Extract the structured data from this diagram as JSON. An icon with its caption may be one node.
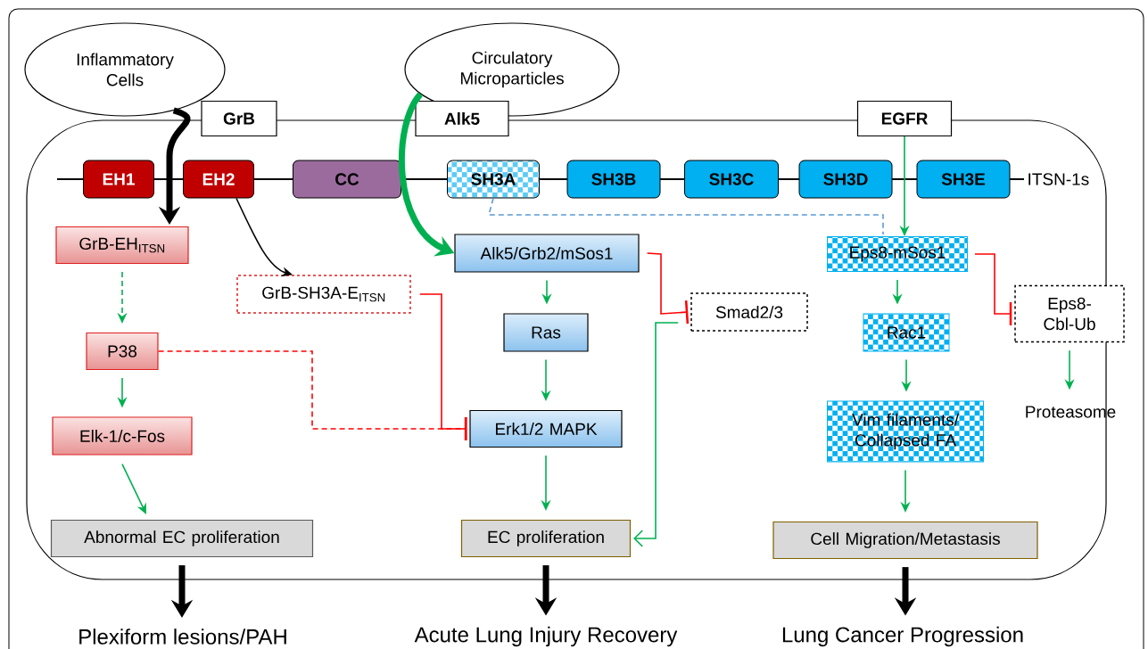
{
  "diagram": {
    "nodes": [
      {
        "text": [
          "Inflammatory Cells"
        ]
      },
      {
        "text": [
          "Circulatory Microparticles"
        ]
      },
      {
        "text": [
          "GrB"
        ]
      },
      {
        "text": [
          "Alk5"
        ]
      },
      {
        "text": [
          "EGFR"
        ]
      },
      {
        "text": [
          "EH1"
        ]
      },
      {
        "text": [
          "EH2"
        ]
      },
      {
        "text": [
          "CC"
        ]
      },
      {
        "text": [
          "SH3A"
        ]
      },
      {
        "text": [
          "SH3B"
        ]
      },
      {
        "text": [
          "SH3C"
        ]
      },
      {
        "text": [
          "SH3D"
        ]
      },
      {
        "text": [
          "SH3E"
        ]
      },
      {
        "text": [
          "GrB-EH$_{ITSN}$"
        ]
      },
      {
        "text": [
          "GrB-SH3A-E$_{ITSN}$"
        ]
      },
      {
        "text": [
          "Alk5/Grb2/mSos1"
        ]
      },
      {
        "text": [
          "P38"
        ]
      },
      {
        "text": [
          "Ras"
        ]
      },
      {
        "text": [
          "Smad2/3"
        ]
      },
      {
        "text": [
          "Elk-1/c-Fos"
        ]
      },
      {
        "text": [
          "Erk1/2 MAPK"
        ]
      },
      {
        "text": [
          "Abnormal EC proliferation"
        ]
      },
      {
        "text": [
          "EC proliferation"
        ]
      },
      {
        "text": [
          "Eps8-mSos1"
        ]
      },
      {
        "text": [
          "Eps8-Cbl-Ub"
        ]
      },
      {
        "text": [
          "Rac1"
        ]
      },
      {
        "text": [
          "Vim filaments/ Collapsed FA"
        ]
      },
      {
        "text": [
          "Proteasome"
        ]
      },
      {
        "text": [
          "Cell Migration/Metastasis"
        ]
      },
      {
        "text": [
          "Plexiform lesions/PAH"
        ]
      },
      {
        "text": [
          "Acute Lung Injury Recovery"
        ]
      },
      {
        "text": [
          "Lung Cancer Progression"
        ]
      }
    ],
    "edges": [
      {
        "from": 0,
        "to": 13,
        "arrow": "to",
        "style": "thick",
        "color": "#000000"
      },
      {
        "from": 6,
        "to": 14,
        "arrow": "to",
        "color": "#000000"
      },
      {
        "from": 1,
        "to": 15,
        "arrow": "to",
        "style": "thick"
      },
      {
        "from": 4,
        "to": 23,
        "arrow": "to"
      },
      {
        "from": 8,
        "to": 23,
        "arrow": "none",
        "style": "dashed",
        "color": "#5b9bd5"
      },
      {
        "from": 13,
        "to": 16,
        "arrow": "to",
        "style": "dashed"
      },
      {
        "from": 16,
        "to": 19,
        "arrow": "to"
      },
      {
        "from": 19,
        "to": 21,
        "arrow": "to"
      },
      {
        "from": 16,
        "to": 20,
        "arrow": "other",
        "style": "dashed",
        "color": "#ff0000"
      },
      {
        "from": 14,
        "to": 20,
        "arrow": "other",
        "color": "#ff0000"
      },
      {
        "from": 15,
        "to": 17,
        "arrow": "to"
      },
      {
        "from": 17,
        "to": 20,
        "arrow": "to"
      },
      {
        "from": 20,
        "to": 22,
        "arrow": "to"
      },
      {
        "from": 15,
        "to": 18,
        "arrow": "other",
        "color": "#ff0000"
      },
      {
        "from": 18,
        "to": 22,
        "arrow": "to"
      },
      {
        "from": 23,
        "to": 25,
        "arrow": "to"
      },
      {
        "from": 25,
        "to": 26,
        "arrow": "to"
      },
      {
        "from": 26,
        "to": 28,
        "arrow": "to"
      },
      {
        "from": 23,
        "to": 24,
        "arrow": "other",
        "color": "#ff0000"
      },
      {
        "from": 24,
        "to": 27,
        "arrow": "to"
      },
      {
        "from": 21,
        "to": 29,
        "arrow": "to",
        "style": "thick",
        "color": "#000000"
      },
      {
        "from": 22,
        "to": 30,
        "arrow": "to",
        "style": "thick",
        "color": "#000000"
      },
      {
        "from": 28,
        "to": 31,
        "arrow": "to",
        "style": "thick",
        "color": "#000000"
      }
    ],
    "labels": [
      "ITSN-1s"
    ]
  }
}
